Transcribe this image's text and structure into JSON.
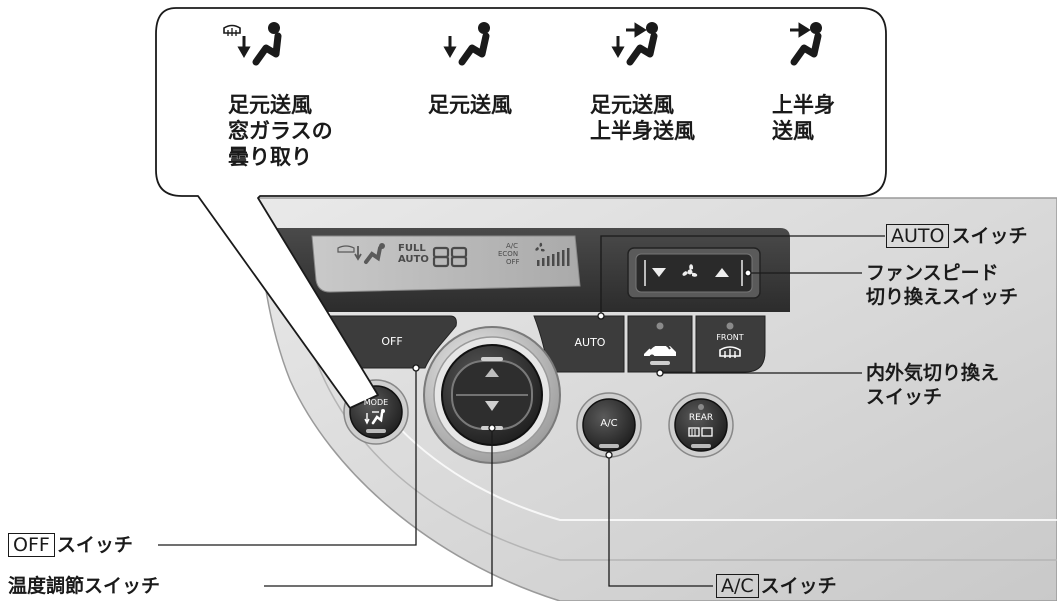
{
  "mode_bubble": {
    "modes": [
      {
        "icon": "defrost-foot-airflow-icon",
        "label_lines": [
          "足元送風",
          "窓ガラスの",
          "曇り取り"
        ]
      },
      {
        "icon": "foot-airflow-icon",
        "label_lines": [
          "足元送風"
        ]
      },
      {
        "icon": "foot-upper-body-airflow-icon",
        "label_lines": [
          "足元送風",
          "上半身送風"
        ]
      },
      {
        "icon": "upper-body-airflow-icon",
        "label_lines": [
          "上半身",
          "送風"
        ]
      }
    ]
  },
  "panel": {
    "lcd": {
      "full": "FULL",
      "auto": "AUTO",
      "temp_digits": "88",
      "ac": "A/C",
      "econ": "ECON",
      "off": "OFF"
    },
    "buttons": {
      "off": "OFF",
      "auto": "AUTO",
      "front": "FRONT",
      "mode": "MODE",
      "ac": "A/C",
      "rear": "REAR"
    }
  },
  "callouts": {
    "auto_switch": {
      "boxed": "AUTO",
      "text": "スイッチ"
    },
    "fan_speed": {
      "lines": [
        "ファンスピード",
        "切り換えスイッチ"
      ]
    },
    "recirc": {
      "lines": [
        "内外気切り換え",
        "スイッチ"
      ]
    },
    "off_switch": {
      "boxed": "OFF",
      "text": "スイッチ"
    },
    "temp_switch": {
      "text": "温度調節スイッチ"
    },
    "ac_switch": {
      "boxed": "A/C",
      "text": "スイッチ"
    }
  },
  "colors": {
    "panel_dark": "#3a3a3a",
    "panel_light": "#d6d6d6",
    "lcd": "#bdbdbd",
    "line": "#1a1a1a"
  }
}
